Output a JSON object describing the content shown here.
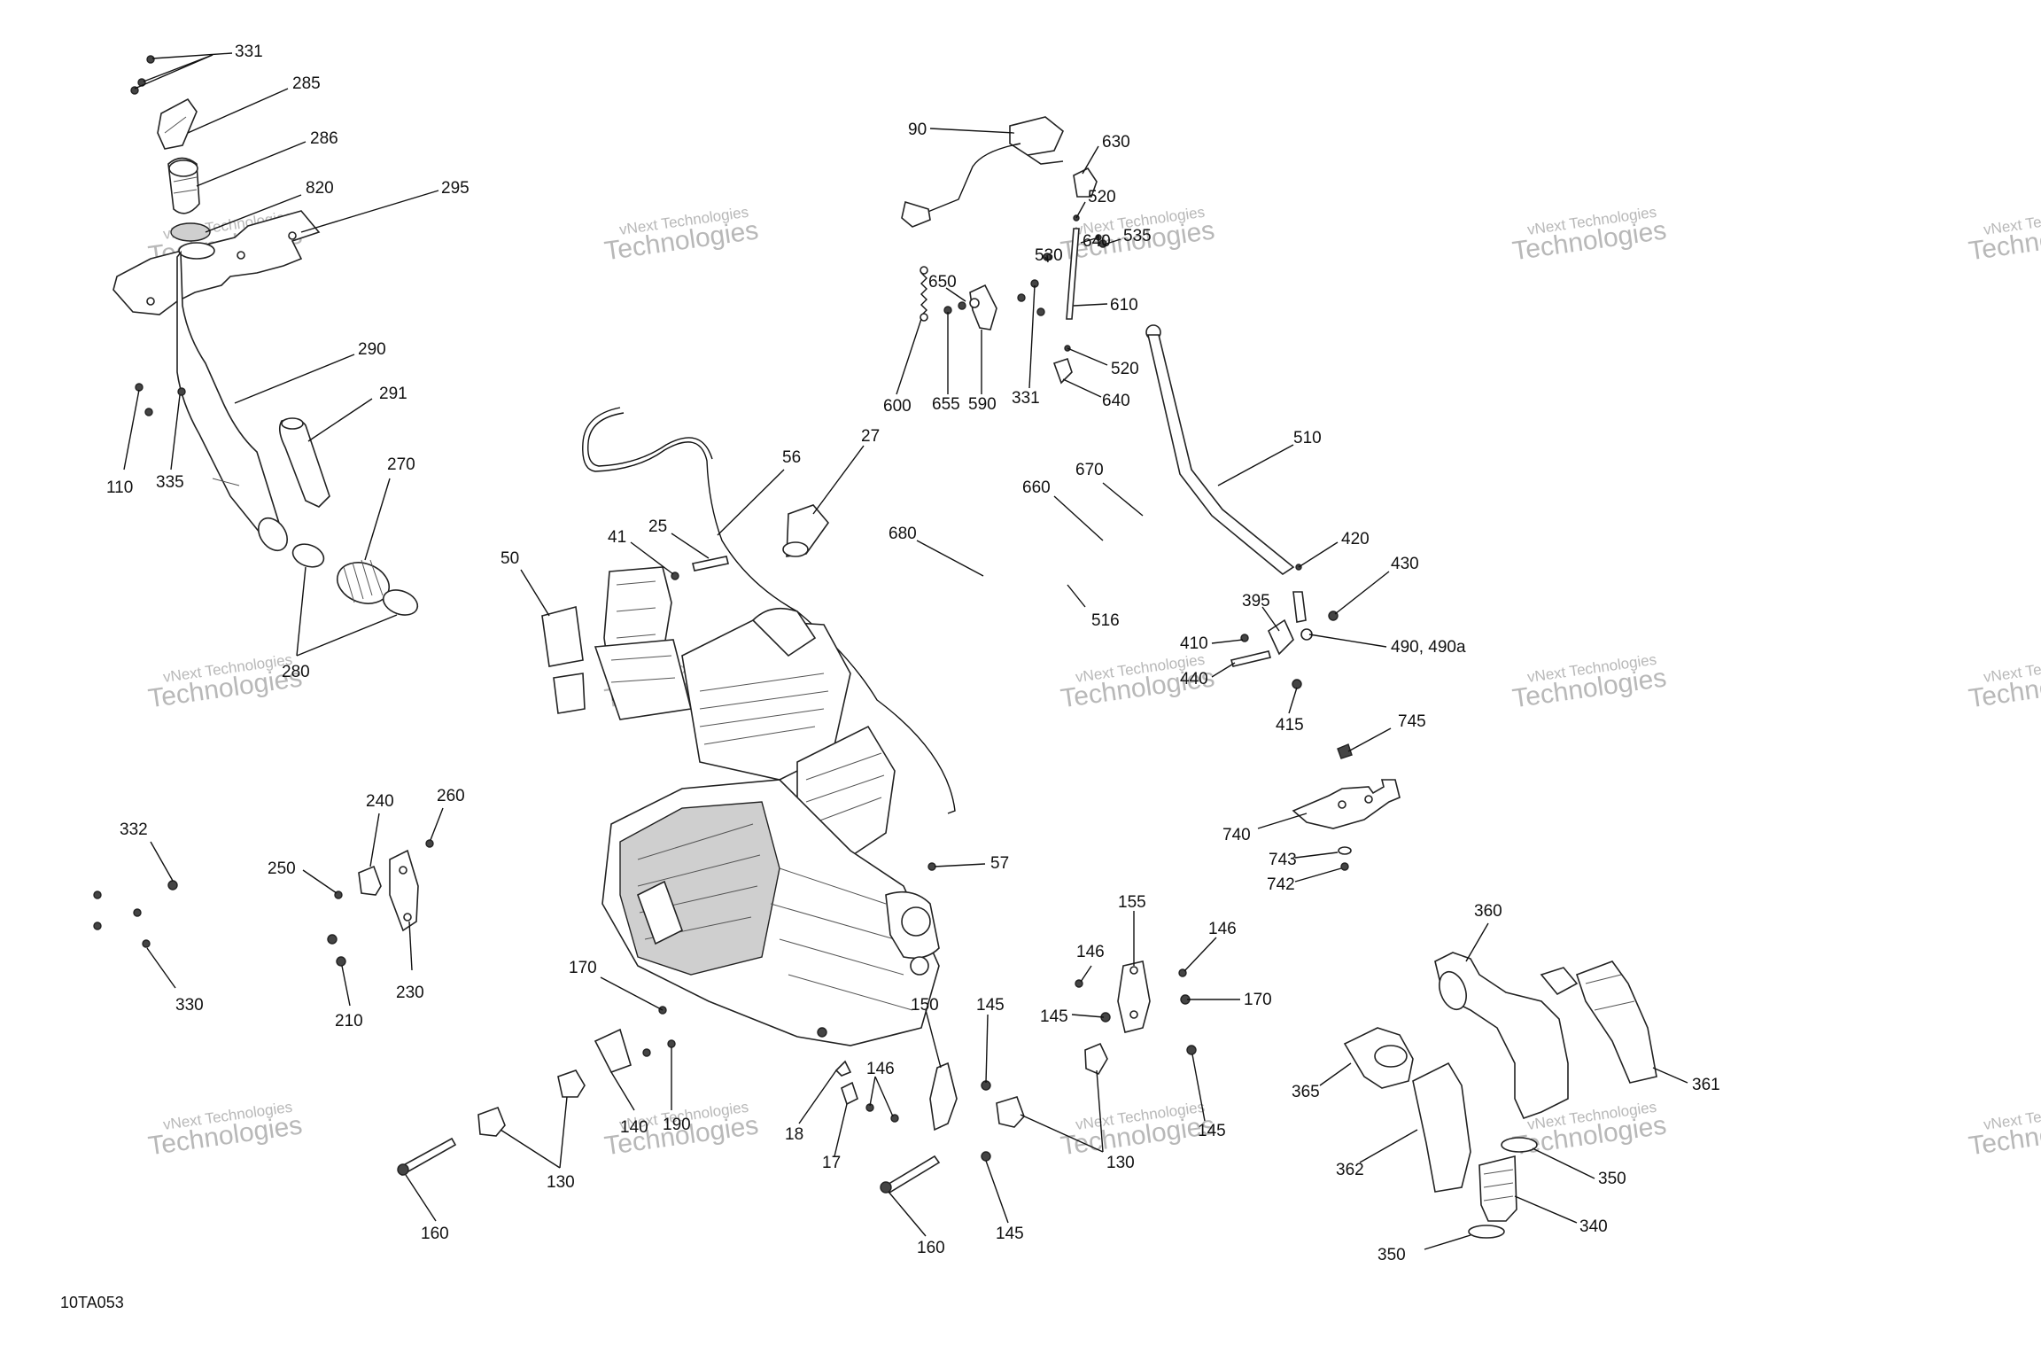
{
  "figure_id": "10TA053",
  "watermark": {
    "line1": "vNext Technologies",
    "line2": "Technologies"
  },
  "callouts": [
    {
      "id": "c331a",
      "label": "331"
    },
    {
      "id": "c285",
      "label": "285"
    },
    {
      "id": "c286",
      "label": "286"
    },
    {
      "id": "c820",
      "label": "820"
    },
    {
      "id": "c295",
      "label": "295"
    },
    {
      "id": "c290",
      "label": "290"
    },
    {
      "id": "c291",
      "label": "291"
    },
    {
      "id": "c110",
      "label": "110"
    },
    {
      "id": "c335",
      "label": "335"
    },
    {
      "id": "c270",
      "label": "270"
    },
    {
      "id": "c280",
      "label": "280"
    },
    {
      "id": "c90",
      "label": "90"
    },
    {
      "id": "c630",
      "label": "630"
    },
    {
      "id": "c520a",
      "label": "520"
    },
    {
      "id": "c640a",
      "label": "640"
    },
    {
      "id": "c535",
      "label": "535"
    },
    {
      "id": "c530",
      "label": "530"
    },
    {
      "id": "c650",
      "label": "650"
    },
    {
      "id": "c610",
      "label": "610"
    },
    {
      "id": "c520b",
      "label": "520"
    },
    {
      "id": "c600",
      "label": "600"
    },
    {
      "id": "c655",
      "label": "655"
    },
    {
      "id": "c590",
      "label": "590"
    },
    {
      "id": "c331b",
      "label": "331"
    },
    {
      "id": "c640b",
      "label": "640"
    },
    {
      "id": "c56",
      "label": "56"
    },
    {
      "id": "c27",
      "label": "27"
    },
    {
      "id": "c25",
      "label": "25"
    },
    {
      "id": "c41",
      "label": "41"
    },
    {
      "id": "c50",
      "label": "50"
    },
    {
      "id": "c670",
      "label": "670"
    },
    {
      "id": "c660",
      "label": "660"
    },
    {
      "id": "c680",
      "label": "680"
    },
    {
      "id": "c516",
      "label": "516"
    },
    {
      "id": "c510",
      "label": "510"
    },
    {
      "id": "c420",
      "label": "420"
    },
    {
      "id": "c430",
      "label": "430"
    },
    {
      "id": "c395",
      "label": "395"
    },
    {
      "id": "c410",
      "label": "410"
    },
    {
      "id": "c440",
      "label": "440"
    },
    {
      "id": "c490",
      "label": "490, 490a"
    },
    {
      "id": "c415",
      "label": "415"
    },
    {
      "id": "c745",
      "label": "745"
    },
    {
      "id": "c740",
      "label": "740"
    },
    {
      "id": "c743",
      "label": "743"
    },
    {
      "id": "c742",
      "label": "742"
    },
    {
      "id": "c57",
      "label": "57"
    },
    {
      "id": "c332",
      "label": "332"
    },
    {
      "id": "c240",
      "label": "240"
    },
    {
      "id": "c260",
      "label": "260"
    },
    {
      "id": "c250",
      "label": "250"
    },
    {
      "id": "c230",
      "label": "230"
    },
    {
      "id": "c210",
      "label": "210"
    },
    {
      "id": "c330",
      "label": "330"
    },
    {
      "id": "c170a",
      "label": "170"
    },
    {
      "id": "c140",
      "label": "140"
    },
    {
      "id": "c190",
      "label": "190"
    },
    {
      "id": "c130a",
      "label": "130"
    },
    {
      "id": "c160a",
      "label": "160"
    },
    {
      "id": "c18",
      "label": "18"
    },
    {
      "id": "c17",
      "label": "17"
    },
    {
      "id": "c146a",
      "label": "146"
    },
    {
      "id": "c150",
      "label": "150"
    },
    {
      "id": "c145a",
      "label": "145"
    },
    {
      "id": "c160b",
      "label": "160"
    },
    {
      "id": "c145b",
      "label": "145"
    },
    {
      "id": "c130b",
      "label": "130"
    },
    {
      "id": "c155",
      "label": "155"
    },
    {
      "id": "c146b",
      "label": "146"
    },
    {
      "id": "c145c",
      "label": "145"
    },
    {
      "id": "c146c",
      "label": "146"
    },
    {
      "id": "c170b",
      "label": "170"
    },
    {
      "id": "c145d",
      "label": "145"
    },
    {
      "id": "c360",
      "label": "360"
    },
    {
      "id": "c365",
      "label": "365"
    },
    {
      "id": "c361",
      "label": "361"
    },
    {
      "id": "c362",
      "label": "362"
    },
    {
      "id": "c350a",
      "label": "350"
    },
    {
      "id": "c340",
      "label": "340"
    },
    {
      "id": "c350b",
      "label": "350"
    }
  ]
}
